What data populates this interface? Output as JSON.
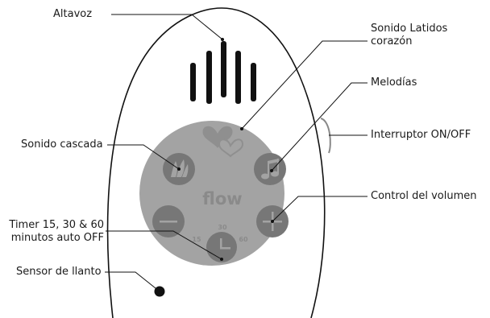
{
  "device": {
    "brand": "flow",
    "timer_ticks": [
      "15",
      "30",
      "60"
    ]
  },
  "labels": {
    "altavoz": "Altavoz",
    "latidos_line1": "Sonido Latidos",
    "latidos_line2": "corazón",
    "melodias": "Melodías",
    "interruptor": "Interruptor ON/OFF",
    "cascada": "Sonido cascada",
    "volumen": "Control del volumen",
    "timer_line1": "Timer 15, 30 & 60",
    "timer_line2": "minutos auto OFF",
    "sensor": "Sensor de llanto"
  },
  "icons": {
    "speaker": "speaker-grille-icon",
    "heart": "heart-icon",
    "waterfall": "waterfall-icon",
    "music": "music-note-icon",
    "minus": "minus-icon",
    "plus": "plus-icon",
    "timer": "timer-icon",
    "sensor": "cry-sensor-dot-icon",
    "switch": "power-switch-icon"
  },
  "colors": {
    "panel": "#a3a3a3",
    "button": "#777777",
    "heart_button": "#8f8f8f",
    "outline": "#111111",
    "callout": "#111111"
  }
}
